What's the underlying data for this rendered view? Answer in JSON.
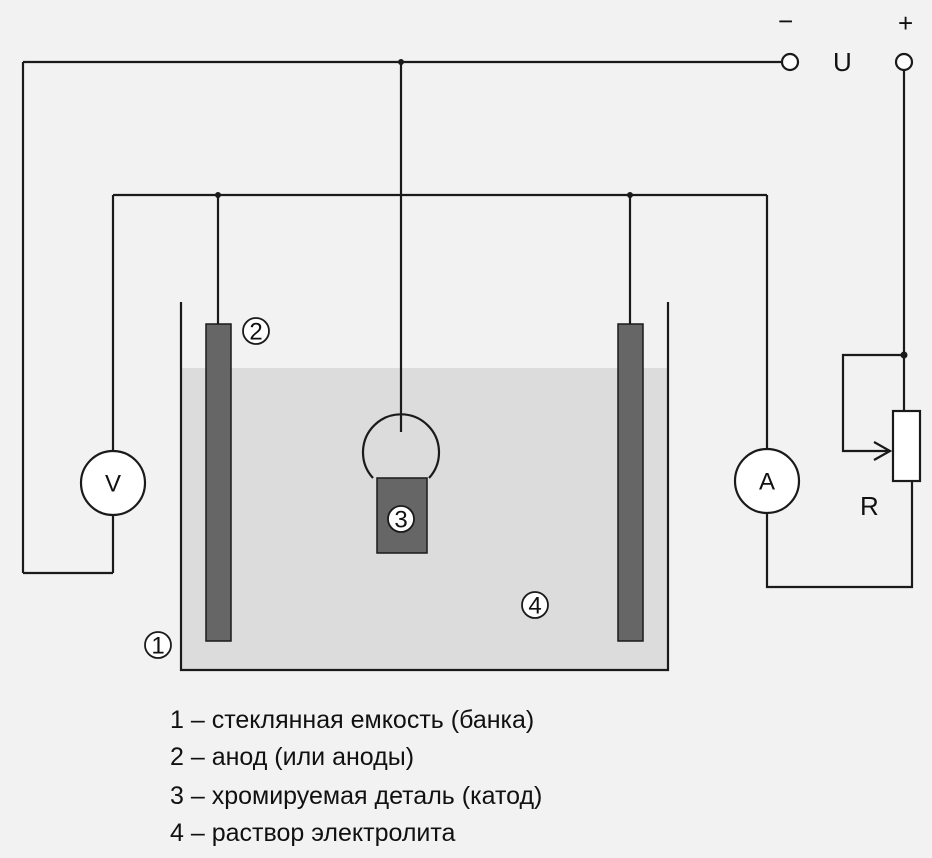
{
  "terminals": {
    "minus": "−",
    "voltage": "U",
    "plus": "+"
  },
  "meters": {
    "voltmeter": "V",
    "ammeter": "A"
  },
  "resistor_label": "R",
  "markers": {
    "container": "1",
    "anode": "2",
    "cathode": "3",
    "electrolyte": "4"
  },
  "legend": [
    "1 – стеклянная емкость (банка)",
    "2 – анод (или аноды)",
    "3 – хромируемая деталь (катод)",
    "4 – раствор электролита"
  ],
  "colors": {
    "background": "#f2f2f2",
    "electrolyte": "#dcdcdc",
    "electrode": "#666666",
    "wire": "#1a1a1a"
  }
}
